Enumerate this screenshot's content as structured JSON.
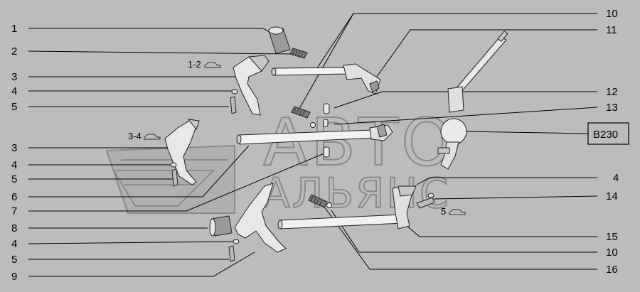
{
  "diagram": {
    "callouts": [
      "1",
      "2",
      "3",
      "4",
      "5",
      "3",
      "4",
      "5",
      "6",
      "7",
      "8",
      "4",
      "5",
      "9",
      "10",
      "11",
      "12",
      "13",
      "4",
      "14",
      "15",
      "10",
      "16"
    ],
    "group_labels": [
      "1-2",
      "3-4",
      "5"
    ],
    "code_box": "B230",
    "watermark": [
      "АВТО",
      "АЛЬЯНС"
    ]
  }
}
